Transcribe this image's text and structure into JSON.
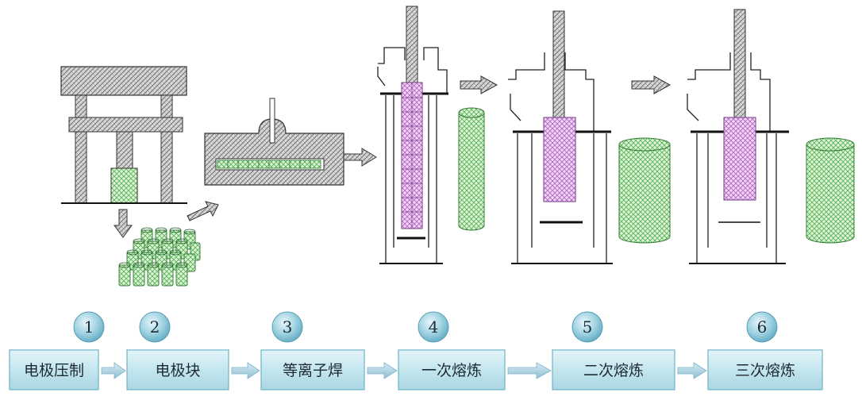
{
  "colors": {
    "hatch_gray": "#8a8a8a",
    "electrode_green": "#7cc47a",
    "electrode_purple": "#c98ad6",
    "step_box_fill": "#bfe3ec",
    "step_circle_fill": "#8fcbdc",
    "arrow_fill": "#b8d7e6"
  },
  "process_steps": [
    {
      "number": "1",
      "label": "电极压制"
    },
    {
      "number": "2",
      "label": "电极块"
    },
    {
      "number": "3",
      "label": "等离子焊"
    },
    {
      "number": "4",
      "label": "一次熔炼"
    },
    {
      "number": "5",
      "label": "二次熔炼"
    },
    {
      "number": "6",
      "label": "三次熔炼"
    }
  ]
}
